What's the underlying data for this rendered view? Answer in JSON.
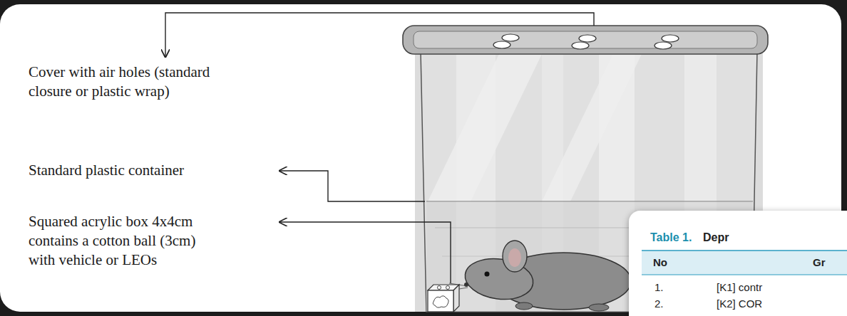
{
  "diagram": {
    "labels": [
      "Cover with air holes (standard closure or plastic wrap)",
      "Standard plastic container",
      "Squared acrylic box 4x4cm contains a cotton ball (3cm) with vehicle or LEOs",
      "Table 1.",
      "Depr",
      "No",
      "Gr",
      "1.",
      "[K1] contr",
      "2.",
      "[K2] COR"
    ]
  }
}
